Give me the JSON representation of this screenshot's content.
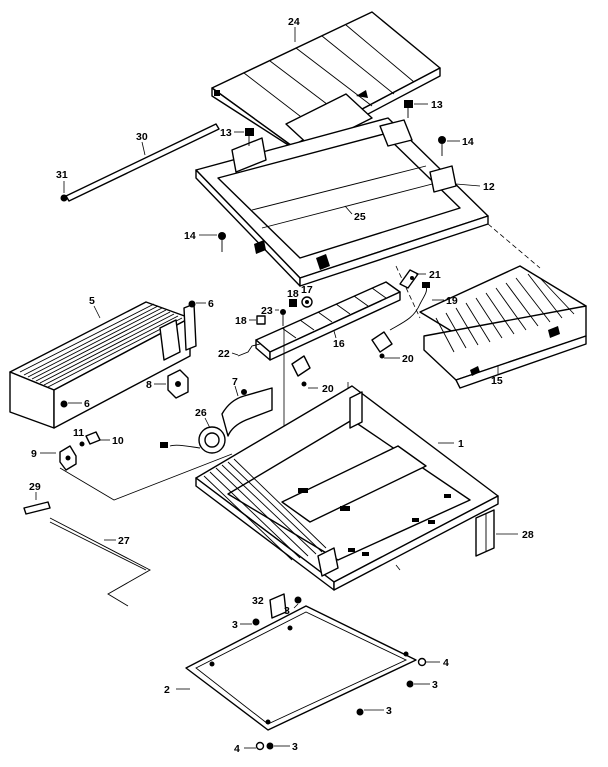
{
  "callouts": {
    "c24": "24",
    "c13a": "13",
    "c13b": "13",
    "c30": "30",
    "c14a": "14",
    "c14b": "14",
    "c12": "12",
    "c31": "31",
    "c25": "25",
    "c21": "21",
    "c19": "19",
    "c6a": "6",
    "c6b": "6",
    "c5": "5",
    "c23": "23",
    "c18a": "18",
    "c18b": "18",
    "c17": "17",
    "c16": "16",
    "c20a": "20",
    "c20b": "20",
    "c15": "15",
    "c22": "22",
    "c8": "8",
    "c7": "7",
    "c26": "26",
    "c1": "1",
    "c11": "11",
    "c10": "10",
    "c9": "9",
    "c29": "29",
    "c27": "27",
    "c28": "28",
    "c32": "32",
    "c3a": "3",
    "c3b": "3",
    "c3c": "3",
    "c3d": "3",
    "c3e": "3",
    "c4a": "4",
    "c4b": "4",
    "c2": "2"
  }
}
